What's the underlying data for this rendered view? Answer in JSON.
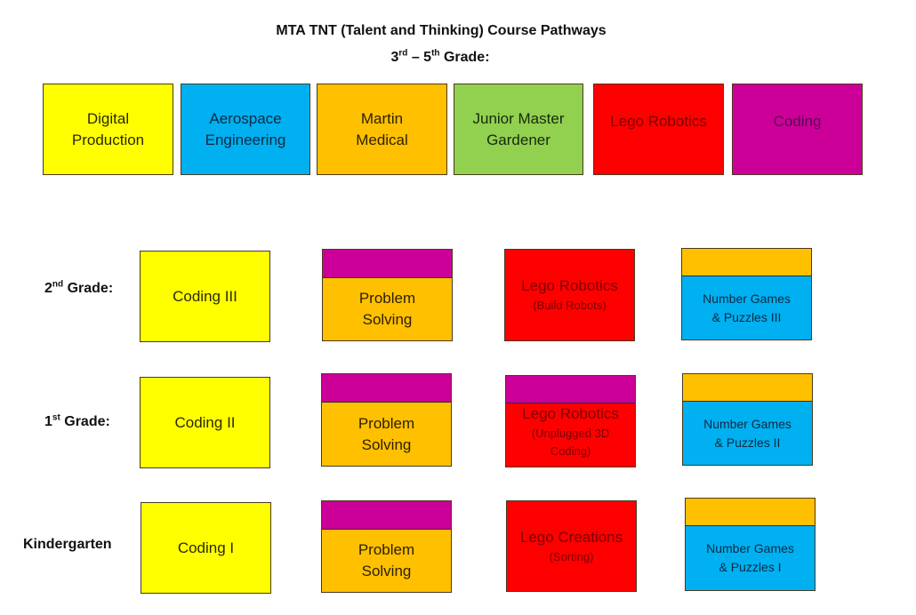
{
  "header": {
    "title": "MTA TNT (Talent and Thinking) Course Pathways",
    "subtitle_pre_1": "3",
    "subtitle_sup_1": "rd",
    "subtitle_mid": " – 5",
    "subtitle_sup_2": "th",
    "subtitle_post": " Grade:"
  },
  "colors": {
    "yellow": "#FFFF00",
    "blue": "#00B0F0",
    "orange": "#FFC000",
    "green": "#92D050",
    "red": "#FF0000",
    "magenta": "#CC0099"
  },
  "upper_grades": {
    "courses": [
      {
        "line1": "Digital",
        "line2": "Production",
        "color": "#FFFF00"
      },
      {
        "line1": "Aerospace",
        "line2": "Engineering",
        "color": "#00B0F0"
      },
      {
        "line1": "Martin",
        "line2": "Medical",
        "color": "#FFC000"
      },
      {
        "line1": "Junior Master",
        "line2": "Gardener",
        "color": "#92D050"
      },
      {
        "line1": "Lego Robotics",
        "line2": "",
        "color": "#FF0000"
      },
      {
        "line1": "Coding",
        "line2": "",
        "color": "#CC0099"
      }
    ]
  },
  "grades": [
    {
      "label_num": "2",
      "label_sup": "nd",
      "label_post": " Grade:",
      "courses": [
        {
          "line1": "Coding III",
          "line2": ""
        },
        {
          "line1": "Problem",
          "line2": "Solving"
        },
        {
          "line1": "Lego Robotics",
          "line2": "(Build Robots)"
        },
        {
          "line1": "Number Games",
          "line2": "& Puzzles III"
        }
      ]
    },
    {
      "label_num": "1",
      "label_sup": "st",
      "label_post": " Grade:",
      "courses": [
        {
          "line1": "Coding II",
          "line2": ""
        },
        {
          "line1": "Problem",
          "line2": "Solving"
        },
        {
          "line1": "Lego Robotics",
          "line2": "(Unplugged 3D",
          "line3": "Coding)"
        },
        {
          "line1": "Number Games",
          "line2": "& Puzzles II"
        }
      ]
    },
    {
      "label": "Kindergarten",
      "courses": [
        {
          "line1": "Coding I",
          "line2": ""
        },
        {
          "line1": "Problem",
          "line2": "Solving"
        },
        {
          "line1": "Lego Creations",
          "line2": "(Sorting)"
        },
        {
          "line1": "Number Games",
          "line2": "& Puzzles I"
        }
      ]
    }
  ]
}
